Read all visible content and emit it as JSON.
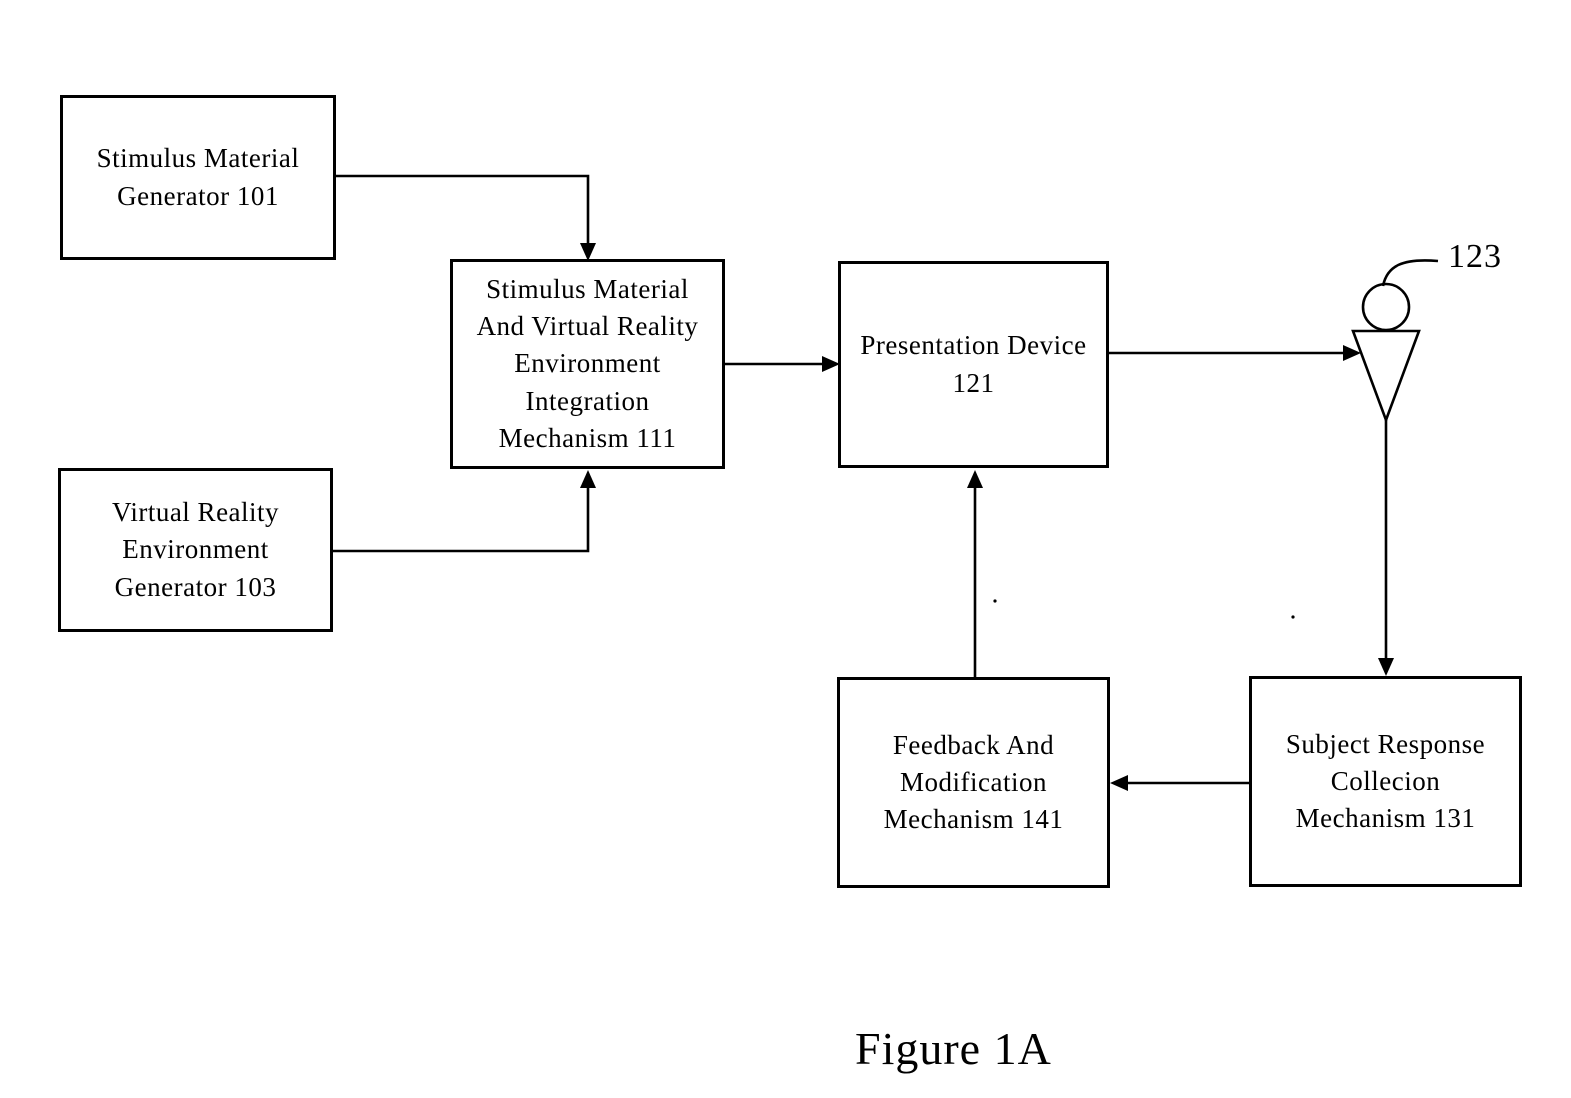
{
  "figure": {
    "caption": "Figure 1A"
  },
  "boxes": {
    "stimulus_material_generator": {
      "lines": [
        "Stimulus Material",
        "Generator 101"
      ]
    },
    "virtual_reality_environment_generator": {
      "lines": [
        "Virtual Reality",
        "Environment",
        "Generator 103"
      ]
    },
    "integration_mechanism": {
      "lines": [
        "Stimulus Material",
        "And Virtual Reality",
        "Environment",
        "Integration",
        "Mechanism 111"
      ]
    },
    "presentation_device": {
      "lines": [
        "Presentation Device",
        "121"
      ]
    },
    "feedback_modification_mechanism": {
      "lines": [
        "Feedback And",
        "Modification",
        "Mechanism 141"
      ]
    },
    "subject_response_collection_mechanism": {
      "lines": [
        "Subject Response",
        "Collecion",
        "Mechanism 131"
      ]
    }
  },
  "subject": {
    "label": "123",
    "icon": "person-icon"
  },
  "edges": [
    {
      "from": "Stimulus Material Generator 101",
      "to": "Integration Mechanism 111"
    },
    {
      "from": "Virtual Reality Environment Generator 103",
      "to": "Integration Mechanism 111"
    },
    {
      "from": "Integration Mechanism 111",
      "to": "Presentation Device 121"
    },
    {
      "from": "Presentation Device 121",
      "to": "Subject 123"
    },
    {
      "from": "Subject 123",
      "to": "Subject Response Collecion Mechanism 131"
    },
    {
      "from": "Subject Response Collecion Mechanism 131",
      "to": "Feedback And Modification Mechanism 141"
    },
    {
      "from": "Feedback And Modification Mechanism 141",
      "to": "Presentation Device 121"
    }
  ],
  "colors": {
    "ink": "#000000",
    "background": "#ffffff"
  }
}
